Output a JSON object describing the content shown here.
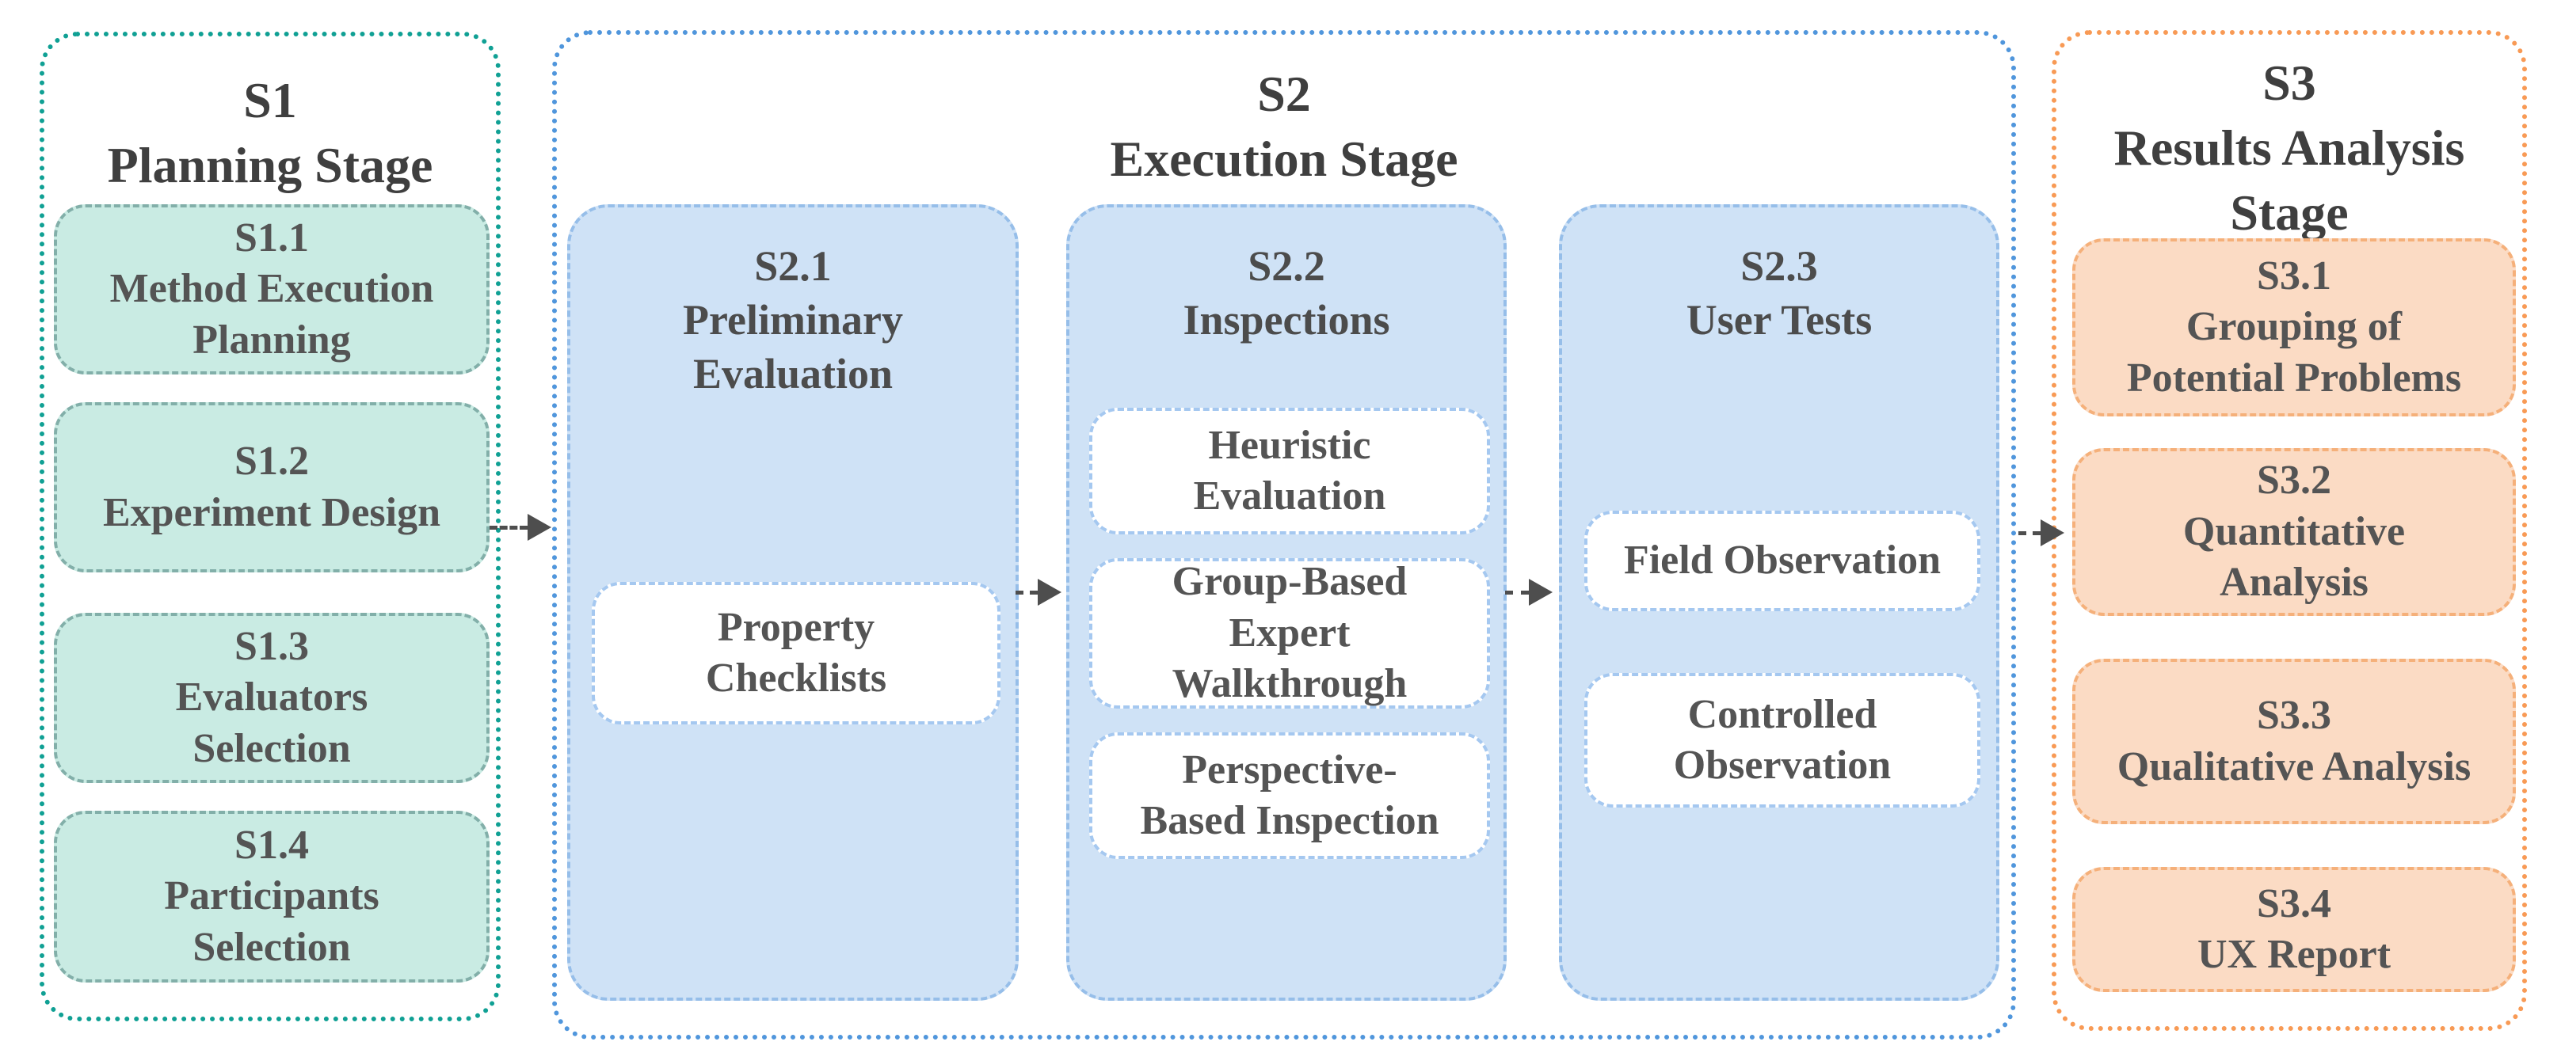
{
  "colors": {
    "s1_container_border": "#10a094",
    "s1_node_fill": "#c9ebe3",
    "s1_node_border": "#82afa9",
    "s2_container_border": "#5096dc",
    "s2_column_fill": "#cfe2f6",
    "s2_column_border": "#96bee9",
    "s2_subnode_fill": "#ffffff",
    "s2_subnode_border": "#a5c8f0",
    "s3_container_border": "#f89a55",
    "s3_node_fill": "#fbdbc4",
    "s3_node_border": "#f5b07a",
    "title_text": "#3f3f3f",
    "node_text": "#545454",
    "arrow": "#4e4e4e"
  },
  "stages": {
    "s1": {
      "title_lines": [
        "S1",
        "Planning Stage"
      ],
      "nodes": [
        {
          "lines": [
            "S1.1",
            "Method Execution",
            "Planning"
          ]
        },
        {
          "lines": [
            "S1.2",
            "Experiment Design"
          ]
        },
        {
          "lines": [
            "S1.3",
            "Evaluators",
            "Selection"
          ]
        },
        {
          "lines": [
            "S1.4",
            "Participants",
            "Selection"
          ]
        }
      ]
    },
    "s2": {
      "title_lines": [
        "S2",
        "Execution Stage"
      ],
      "columns": [
        {
          "title_lines": [
            "S2.1",
            "Preliminary",
            "Evaluation"
          ],
          "nodes": [
            {
              "lines": [
                "Property",
                "Checklists"
              ]
            }
          ]
        },
        {
          "title_lines": [
            "S2.2",
            "Inspections"
          ],
          "nodes": [
            {
              "lines": [
                "Heuristic",
                "Evaluation"
              ]
            },
            {
              "lines": [
                "Group-Based",
                "Expert",
                "Walkthrough"
              ]
            },
            {
              "lines": [
                "Perspective-",
                "Based Inspection"
              ]
            }
          ]
        },
        {
          "title_lines": [
            "S2.3",
            "User Tests"
          ],
          "nodes": [
            {
              "lines": [
                "Field Observation"
              ]
            },
            {
              "lines": [
                "Controlled",
                "Observation"
              ]
            }
          ]
        }
      ]
    },
    "s3": {
      "title_lines": [
        "S3",
        "Results Analysis",
        "Stage"
      ],
      "nodes": [
        {
          "lines": [
            "S3.1",
            "Grouping of",
            "Potential Problems"
          ]
        },
        {
          "lines": [
            "S3.2",
            "Quantitative",
            "Analysis"
          ]
        },
        {
          "lines": [
            "S3.3",
            "Qualitative Analysis"
          ]
        },
        {
          "lines": [
            "S3.4",
            "UX Report"
          ]
        }
      ]
    }
  }
}
